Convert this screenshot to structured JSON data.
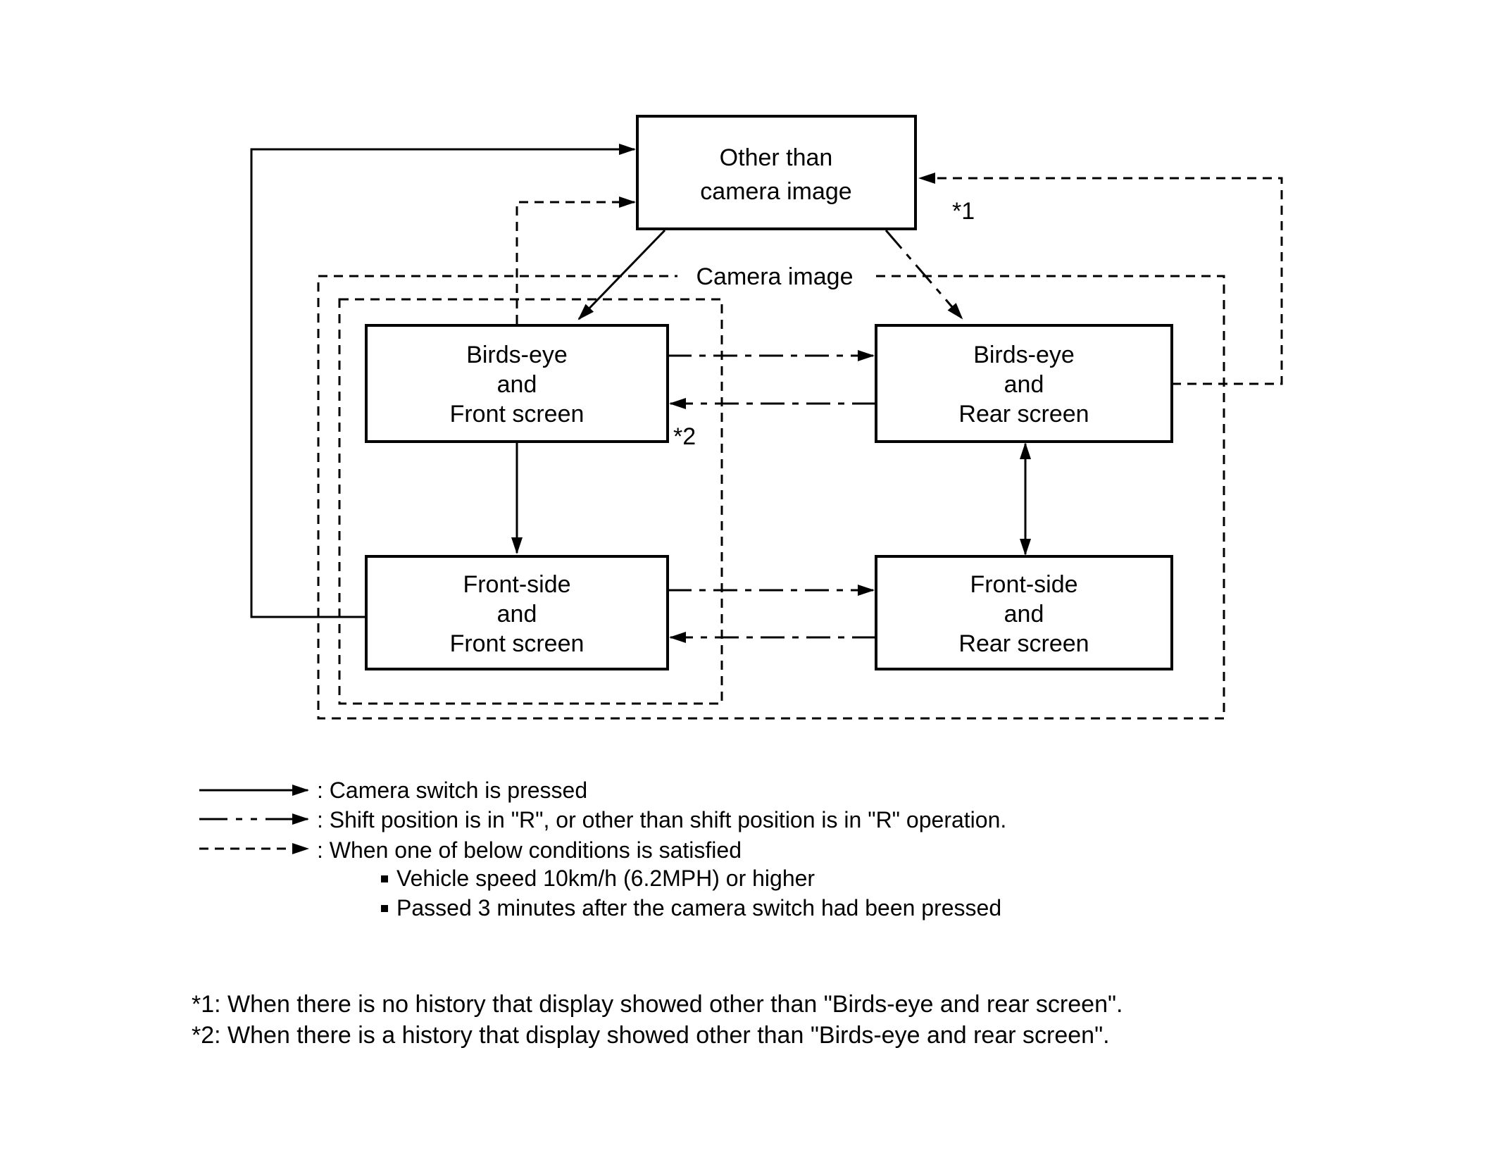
{
  "colors": {
    "ink": "#000000",
    "background": "#ffffff"
  },
  "boxes": {
    "other_than": {
      "lines": [
        "Other than",
        "camera image"
      ]
    },
    "birds_eye_front": {
      "lines": [
        "Birds-eye",
        "and",
        "Front screen"
      ]
    },
    "birds_eye_rear": {
      "lines": [
        "Birds-eye",
        "and",
        "Rear screen"
      ]
    },
    "front_side_front": {
      "lines": [
        "Front-side",
        "and",
        "Front screen"
      ]
    },
    "front_side_rear": {
      "lines": [
        "Front-side",
        "and",
        "Rear screen"
      ]
    }
  },
  "container_label": "Camera image",
  "annotations": {
    "a1": "*1",
    "a2": "*2"
  },
  "legend": [
    {
      "style": "solid",
      "label": ": Camera switch is pressed"
    },
    {
      "style": "dash-dot",
      "label": ": Shift position is in \"R\", or other than shift position is in \"R\" operation."
    },
    {
      "style": "dashed",
      "label": ": When one of below conditions is satisfied"
    }
  ],
  "legend_conditions": [
    "Vehicle speed 10km/h (6.2MPH) or higher",
    "Passed 3 minutes after the camera switch had been pressed"
  ],
  "footnotes": [
    "*1: When there is no history that display showed other than \"Birds-eye and rear screen\".",
    "*2: When there is a history that display showed other than \"Birds-eye and rear screen\"."
  ]
}
